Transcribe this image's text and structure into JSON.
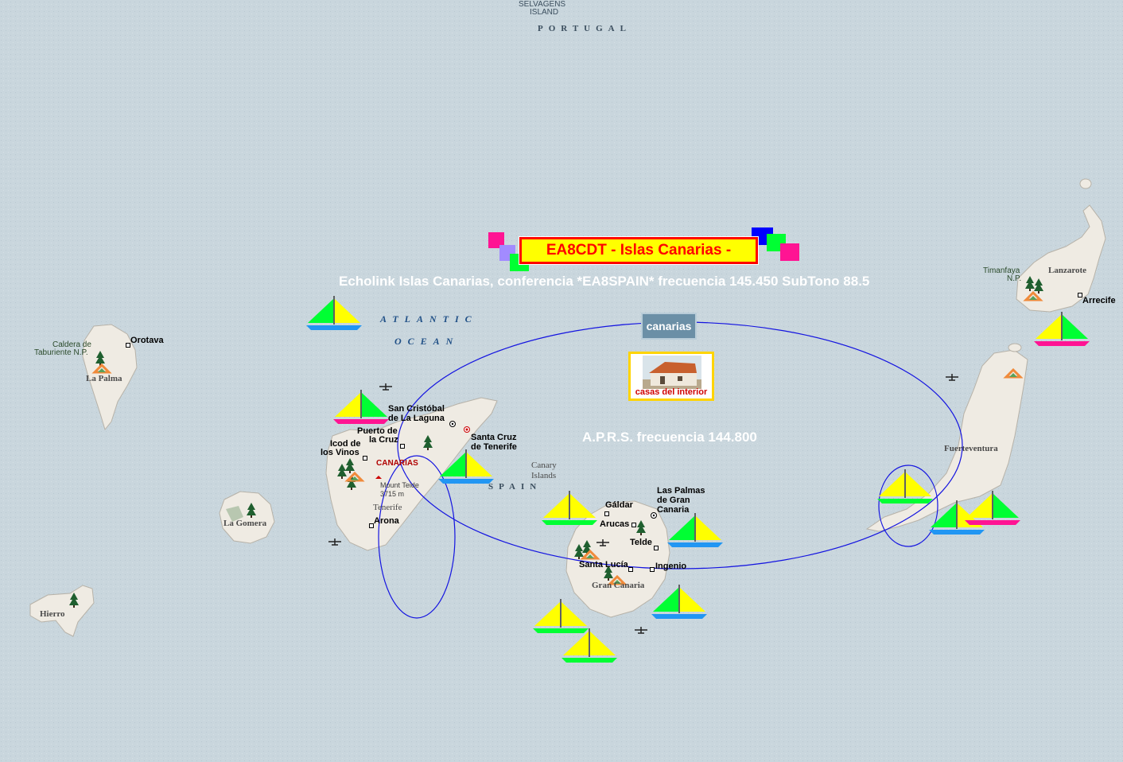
{
  "colors": {
    "ocean": "#c9d6dd",
    "land": "#efebe3",
    "ellipse": "#1414e0",
    "title_bg": "#ffff00",
    "title_border": "#ff0000"
  },
  "header": {
    "selvagens_line1": "SELVAGENS",
    "selvagens_line2": "ISLAND",
    "portugal": "PORTUGAL"
  },
  "title": {
    "label": "EA8CDT  - Islas Canarias -",
    "echolink": "Echolink Islas Canarias, conferencia *EA8SPAIN* frecuencia 145.450 SubTono 88.5",
    "aprs": "A.P.R.S. frecuencia 144.800"
  },
  "links": {
    "canarias_logo": "canarias",
    "casas": "casas del interior"
  },
  "seas": {
    "atlantic": "ATLANTIC",
    "ocean": "OCEAN",
    "spain": "SPAIN",
    "canary_islands_line1": "Canary",
    "canary_islands_line2": "Islands"
  },
  "islands": {
    "la_palma": "La Palma",
    "la_gomera": "La Gomera",
    "hierro": "Hierro",
    "tenerife": "Tenerife",
    "gran_canaria": "Gran Canaria",
    "fuerteventura": "Fuerteventura",
    "lanzarote": "Lanzarote"
  },
  "places": {
    "orotava": "Orotava",
    "caldera_line1": "Caldera de",
    "caldera_line2": "Taburiente N.P.",
    "timanfaya_line1": "Timanfaya",
    "timanfaya_line2": "N.P.",
    "arrecife": "Arrecife",
    "san_cristobal_line1": "San Cristóbal",
    "san_cristobal_line2": "de La Laguna",
    "puerto_line1": "Puerto de",
    "puerto_line2": "la Cruz",
    "icod_line1": "Icod de",
    "icod_line2": "los Vinos",
    "santa_cruz_line1": "Santa Cruz",
    "santa_cruz_line2": "de Tenerife",
    "canarias_red": "CANARIAS",
    "teide_line1": "Mount Teide",
    "teide_line2": "3715 m",
    "arona": "Arona",
    "galdar": "Gáldar",
    "las_palmas_line1": "Las Palmas",
    "las_palmas_line2": "de Gran",
    "las_palmas_line3": "Canaria",
    "arucas": "Arucas",
    "telde": "Telde",
    "santa_lucia": "Santa Lucía",
    "ingenio": "Ingenio"
  },
  "icons": {
    "boat": "sailboat-icon",
    "tree": "tree-icon",
    "park": "national-park-icon",
    "airport": "airport-icon"
  }
}
